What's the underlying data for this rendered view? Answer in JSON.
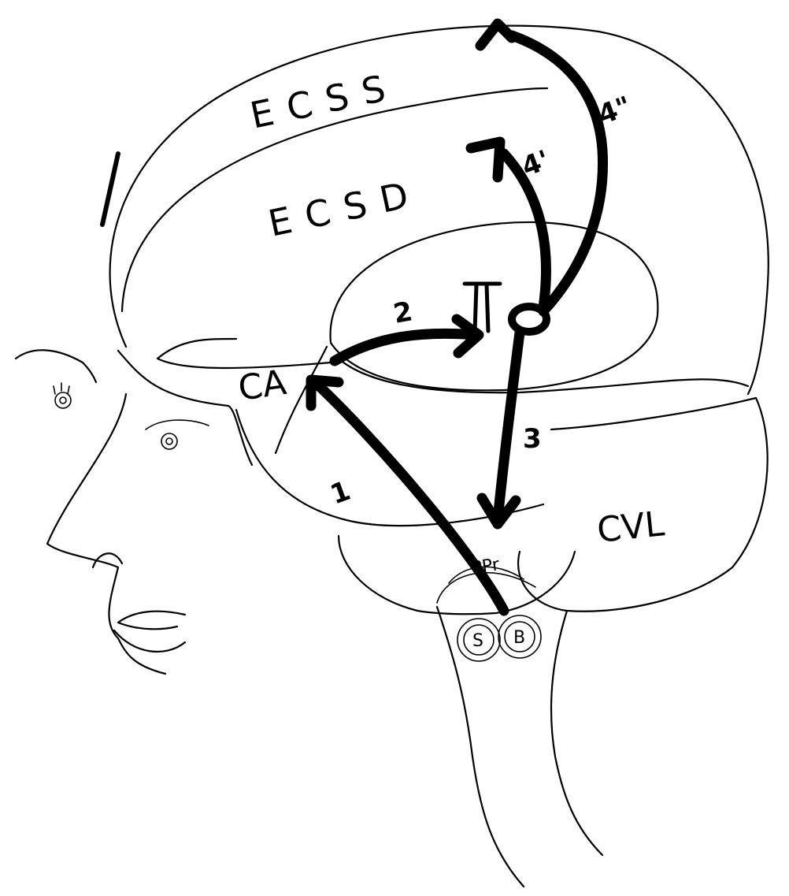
{
  "diagram": {
    "regions": {
      "ecss": "ECSS",
      "ecsd": "ECSD",
      "ca": "CA",
      "cvl": "CVL",
      "ppr": "PPr"
    },
    "nuclei": {
      "left": "S",
      "right": "B"
    },
    "pathways": {
      "p1": "1",
      "p2": "2",
      "p3": "3",
      "p4a": "4'",
      "p4b": "4\""
    }
  }
}
